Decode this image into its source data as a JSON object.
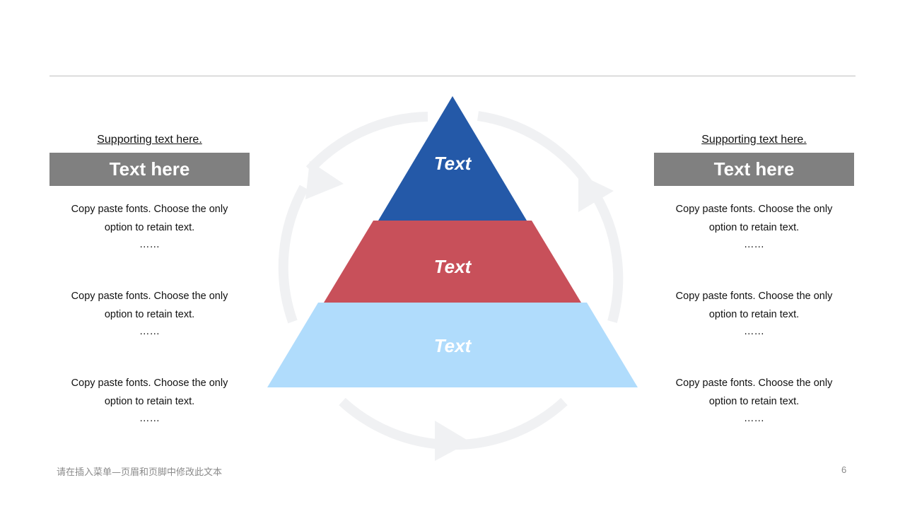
{
  "pyramid": {
    "tiers": [
      {
        "label": "Text",
        "color": "#2459a8"
      },
      {
        "label": "Text",
        "color": "#c8505a"
      },
      {
        "label": "Text",
        "color": "#b0dcfc"
      }
    ],
    "cycle_color": "#f0f1f3"
  },
  "left": {
    "support": "Supporting text here.",
    "heading": "Text here",
    "items": [
      {
        "line1": "Copy paste fonts. Choose the only",
        "line2": "option to retain text.",
        "dots": "……"
      },
      {
        "line1": "Copy paste fonts. Choose the only",
        "line2": "option to retain text.",
        "dots": "……"
      },
      {
        "line1": "Copy paste fonts. Choose the only",
        "line2": "option to retain text.",
        "dots": "……"
      }
    ]
  },
  "right": {
    "support": "Supporting text here.",
    "heading": "Text here",
    "items": [
      {
        "line1": "Copy paste fonts. Choose the only",
        "line2": "option to retain text.",
        "dots": "……"
      },
      {
        "line1": "Copy paste fonts. Choose the only",
        "line2": "option to retain text.",
        "dots": "……"
      },
      {
        "line1": "Copy paste fonts. Choose the only",
        "line2": "option to retain text.",
        "dots": "……"
      }
    ]
  },
  "footer": {
    "text": "请在插入菜单—页眉和页脚中修改此文本",
    "page": "6"
  }
}
